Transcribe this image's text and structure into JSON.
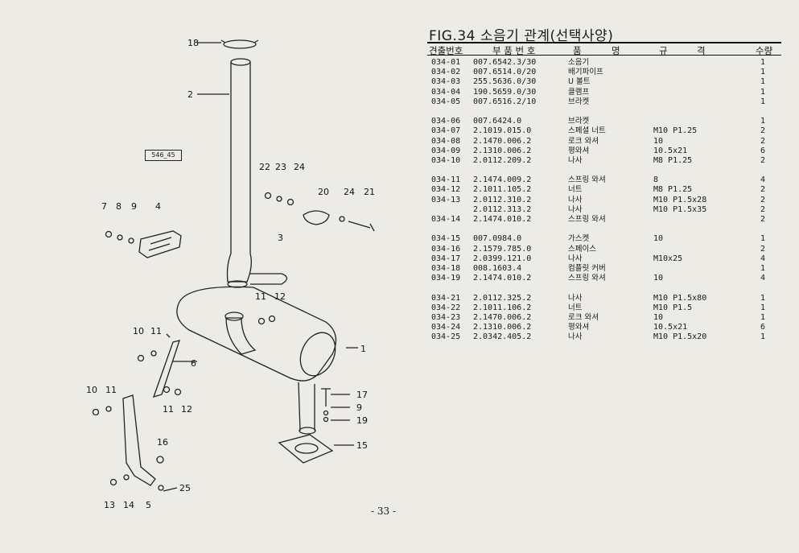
{
  "title": "FIG.34 소음기 관계(선택사양)",
  "headers": {
    "code": "견출번호",
    "part": "부 품 번 호",
    "name1": "품",
    "name2": "명",
    "spec1": "규",
    "spec2": "격",
    "qty": "수량"
  },
  "rows": [
    {
      "code": "034-01",
      "part": "007.6542.3/30",
      "name": "소음기",
      "spec": "",
      "qty": "1"
    },
    {
      "code": "034-02",
      "part": "007.6514.0/20",
      "name": "배기파이프",
      "spec": "",
      "qty": "1"
    },
    {
      "code": "034-03",
      "part": "255.5636.0/30",
      "name": "U 볼트",
      "spec": "",
      "qty": "1"
    },
    {
      "code": "034-04",
      "part": "190.5659.0/30",
      "name": "클램프",
      "spec": "",
      "qty": "1"
    },
    {
      "code": "034-05",
      "part": "007.6516.2/10",
      "name": "브라켓",
      "spec": "",
      "qty": "1"
    },
    {
      "blank": true
    },
    {
      "code": "034-06",
      "part": "007.6424.0",
      "name": "브라켓",
      "spec": "",
      "qty": "1"
    },
    {
      "code": "034-07",
      "part": "2.1019.015.0",
      "name": "스페셜 너트",
      "spec": "M10 P1.25",
      "qty": "2"
    },
    {
      "code": "034-08",
      "part": "2.1470.006.2",
      "name": "로크 와셔",
      "spec": "10",
      "qty": "2"
    },
    {
      "code": "034-09",
      "part": "2.1310.006.2",
      "name": "평와셔",
      "spec": "10.5x21",
      "qty": "6"
    },
    {
      "code": "034-10",
      "part": "2.0112.209.2",
      "name": "나사",
      "spec": "M8 P1.25",
      "qty": "2"
    },
    {
      "blank": true
    },
    {
      "code": "034-11",
      "part": "2.1474.009.2",
      "name": "스프링 와셔",
      "spec": "8",
      "qty": "4"
    },
    {
      "code": "034-12",
      "part": "2.1011.105.2",
      "name": "너트",
      "spec": "M8 P1.25",
      "qty": "2"
    },
    {
      "code": "034-13",
      "part": "2.0112.310.2",
      "name": "나사",
      "spec": "M10 P1.5x28",
      "qty": "2"
    },
    {
      "code": "",
      "part": "2.0112.313.2",
      "name": "나사",
      "spec": "M10 P1.5x35",
      "qty": "2"
    },
    {
      "code": "034-14",
      "part": "2.1474.010.2",
      "name": "스프링 와셔",
      "spec": "",
      "qty": "2"
    },
    {
      "blank": true
    },
    {
      "code": "034-15",
      "part": "007.0984.0",
      "name": "가스켓",
      "spec": "10",
      "qty": "1"
    },
    {
      "code": "034-16",
      "part": "2.1579.785.0",
      "name": "스페이스",
      "spec": "",
      "qty": "2"
    },
    {
      "code": "034-17",
      "part": "2.0399.121.0",
      "name": "나사",
      "spec": "M10x25",
      "qty": "4"
    },
    {
      "code": "034-18",
      "part": "008.1603.4",
      "name": "컴플릿 커버",
      "spec": "",
      "qty": "1"
    },
    {
      "code": "034-19",
      "part": "2.1474.010.2",
      "name": "스프링 와셔",
      "spec": "10",
      "qty": "4"
    },
    {
      "blank": true
    },
    {
      "code": "034-21",
      "part": "2.0112.325.2",
      "name": "나사",
      "spec": "M10 P1.5x80",
      "qty": "1"
    },
    {
      "code": "034-22",
      "part": "2.1011.106.2",
      "name": "너트",
      "spec": "M10 P1.5",
      "qty": "1"
    },
    {
      "code": "034-23",
      "part": "2.1470.006.2",
      "name": "로크 와셔",
      "spec": "10",
      "qty": "1"
    },
    {
      "code": "034-24",
      "part": "2.1310.006.2",
      "name": "평와셔",
      "spec": "10.5x21",
      "qty": "6"
    },
    {
      "code": "034-25",
      "part": "2.0342.405.2",
      "name": "나사",
      "spec": "M10 P1.5x20",
      "qty": "1"
    }
  ],
  "diagram": {
    "ref_box": "546_45",
    "callouts": [
      "18",
      "2",
      "22",
      "23",
      "24",
      "20",
      "24",
      "21",
      "7",
      "8",
      "9",
      "4",
      "3",
      "11",
      "12",
      "10",
      "11",
      "1",
      "6",
      "10",
      "11",
      "11",
      "12",
      "17",
      "9",
      "19",
      "15",
      "16",
      "25",
      "13",
      "14",
      "5"
    ]
  },
  "page_number": "- 33 -"
}
